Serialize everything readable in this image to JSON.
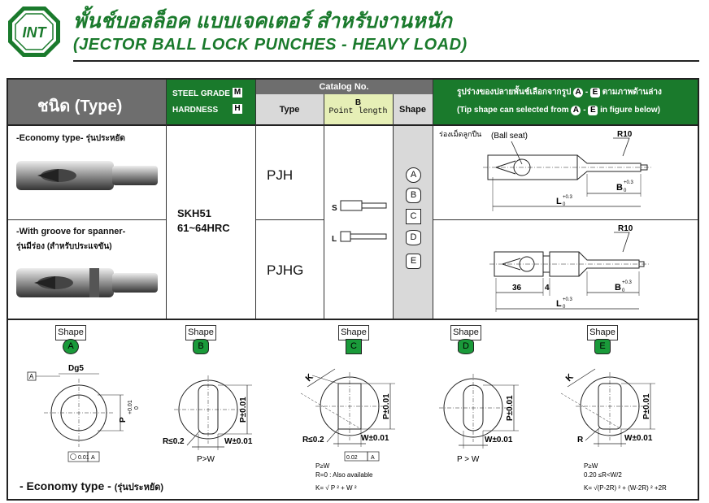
{
  "header": {
    "logo_text": "INT",
    "title_th": "พั้นช์บอลล็อค แบบเจคเตอร์ สำหรับงานหนัก",
    "title_en": "(JECTOR BALL LOCK PUNCHES - HEAVY LOAD)"
  },
  "table": {
    "type_header": "ชนิด (Type)",
    "steel_grade": "STEEL GRADE",
    "steel_grade_key": "M",
    "hardness": "HARDNESS",
    "hardness_key": "H",
    "catalog_no": "Catalog No.",
    "col_type": "Type",
    "col_b": "B",
    "col_point_length": "Point length",
    "col_shape": "Shape",
    "tip_th_pre": "รูปร่างของปลายพั้นช์เลือกจากรูป",
    "tip_th_post": "ตามภาพด้านล่าง",
    "tip_en_pre": "(Tip shape can selected from",
    "tip_en_mid": "-",
    "tip_en_post": "in figure below)",
    "tip_from": "A",
    "tip_to": "E",
    "row1_type_en": "-Economy type-",
    "row1_type_th": "รุ่นประหยัด",
    "row2_type_en": "-With groove for spanner-",
    "row2_type_th": "รุ่นมีร่อง (สำหรับประแจขัน)",
    "material": "SKH51",
    "hardness_value": "61~64HRC",
    "pjh": "PJH",
    "pjhg": "PJHG",
    "point_s": "S",
    "point_l": "L",
    "shapes": [
      "A",
      "B",
      "C",
      "D",
      "E"
    ],
    "fig1_ball_seat_th": "ร่องเม็ดลูกปืน",
    "fig1_ball_seat_en": "(Ball seat)",
    "fig_r10": "R10",
    "fig_b": "B",
    "fig_b_tol": "+0.3",
    "fig_b_tol0": "0",
    "fig_l": "L",
    "fig_l_tol": "+0.3",
    "fig_l_tol0": "0",
    "fig2_36": "36",
    "fig2_4": "4"
  },
  "bottom": {
    "shape_word": "Shape",
    "footer": "- Economy type -",
    "footer_th": "(รุ่นประหยัด)",
    "a_dg5": "Dg5",
    "a_datum": "A",
    "a_p": "P",
    "a_p_tol": "+0.01",
    "a_p_tol0": "0",
    "a_tol_frame": "0.01",
    "a_tol_ref": "A",
    "b_r": "R≤0.2",
    "b_p": "P±0.01",
    "b_w": "W±0.01",
    "b_note": "P>W",
    "c_k": "K",
    "c_r": "R≤0.2",
    "c_p": "P±0.01",
    "c_w": "W±0.01",
    "c_tol_frame": "0.02",
    "c_tol_ref": "A",
    "c_note1": "P≥W",
    "c_note2": "R=0 : Also available",
    "c_note3": "K= √ P ² + W ²",
    "d_p": "P±0.01",
    "d_w": "W±0.01",
    "d_note": "P > W",
    "e_k": "K",
    "e_r": "R",
    "e_p": "P±0.01",
    "e_w": "W±0.01",
    "e_note1": "P≥W",
    "e_note2": "0.20 ≤R<W/2",
    "e_note3": "K= √(P-2R) ² + (W-2R) ² +2R"
  },
  "colors": {
    "green": "#1a7a2c",
    "badge": "#1a9a3a",
    "grey": "#6e6e6e"
  }
}
